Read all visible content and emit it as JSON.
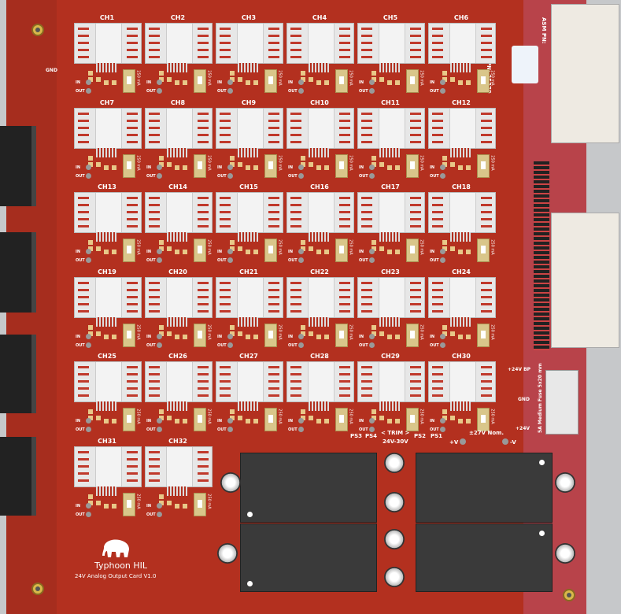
{
  "board": {
    "pcb_pn": "PCB PN: 25370",
    "asm_pn": "ASM PN:",
    "gnd_label": "GND",
    "logo": "Typhoon HIL",
    "card_name": "24V Analog Output Card V1.0"
  },
  "channel": {
    "in_label": "IN",
    "out_label": "OUT",
    "current_rating": "250 mA",
    "labels": [
      "CH1",
      "CH2",
      "CH3",
      "CH4",
      "CH5",
      "CH6",
      "CH7",
      "CH8",
      "CH9",
      "CH10",
      "CH11",
      "CH12",
      "CH13",
      "CH14",
      "CH15",
      "CH16",
      "CH17",
      "CH18",
      "CH19",
      "CH20",
      "CH21",
      "CH22",
      "CH23",
      "CH24",
      "CH25",
      "CH26",
      "CH27",
      "CH28",
      "CH29",
      "CH30",
      "CH31",
      "CH32"
    ]
  },
  "power": {
    "plus24bp": "+24V BP",
    "gnd": "GND",
    "plus24": "+24V",
    "fuse": "5A Medium Fuse 5x20 mm",
    "ps3": "PS3",
    "ps4": "PS4",
    "trim": "< TRIM >",
    "trim_range": "24V-30V",
    "ps2": "PS2",
    "ps1": "PS1",
    "nominal": "±27V Nom.",
    "plus_v": "+V",
    "minus_v": "-V"
  }
}
